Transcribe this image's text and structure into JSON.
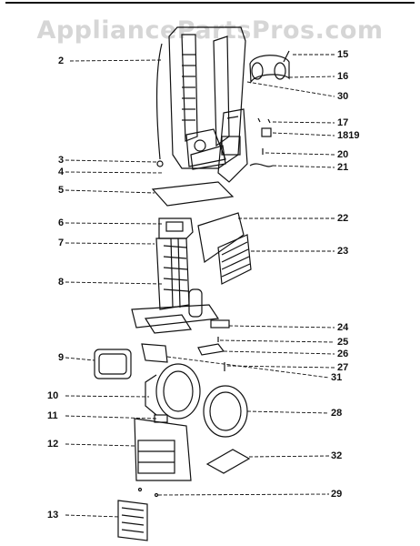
{
  "watermark": "AppliancePartsPros.com",
  "callouts": [
    {
      "id": "2",
      "text": "2"
    },
    {
      "id": "3",
      "text": "3"
    },
    {
      "id": "4",
      "text": "4"
    },
    {
      "id": "5",
      "text": "5"
    },
    {
      "id": "6",
      "text": "6"
    },
    {
      "id": "7",
      "text": "7"
    },
    {
      "id": "8",
      "text": "8"
    },
    {
      "id": "9",
      "text": "9"
    },
    {
      "id": "10",
      "text": "10"
    },
    {
      "id": "11",
      "text": "11"
    },
    {
      "id": "12",
      "text": "12"
    },
    {
      "id": "13",
      "text": "13"
    },
    {
      "id": "15",
      "text": "15"
    },
    {
      "id": "16",
      "text": "16"
    },
    {
      "id": "30",
      "text": "30"
    },
    {
      "id": "17",
      "text": "17"
    },
    {
      "id": "1819",
      "text": "1819"
    },
    {
      "id": "20",
      "text": "20"
    },
    {
      "id": "21",
      "text": "21"
    },
    {
      "id": "22",
      "text": "22"
    },
    {
      "id": "23",
      "text": "23"
    },
    {
      "id": "24",
      "text": "24"
    },
    {
      "id": "25",
      "text": "25"
    },
    {
      "id": "26",
      "text": "26"
    },
    {
      "id": "27",
      "text": "27"
    },
    {
      "id": "31",
      "text": "31"
    },
    {
      "id": "28",
      "text": "28"
    },
    {
      "id": "32",
      "text": "32"
    },
    {
      "id": "29",
      "text": "29"
    }
  ],
  "colors": {
    "line": "#111111",
    "watermark": "#d6d6d6",
    "background": "#ffffff"
  }
}
